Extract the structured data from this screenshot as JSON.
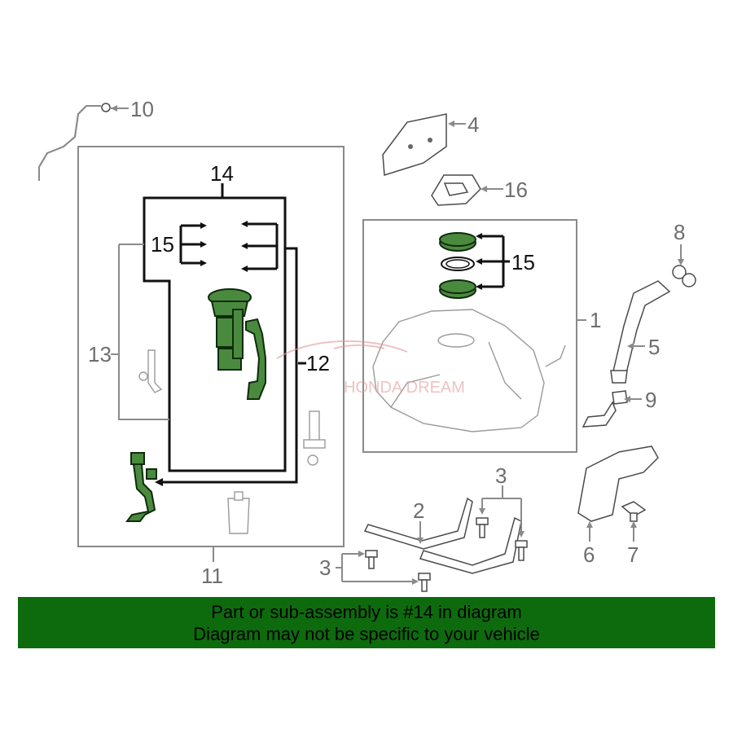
{
  "callouts": {
    "n1": "1",
    "n2": "2",
    "n3a": "3",
    "n3b": "3",
    "n4": "4",
    "n5": "5",
    "n6": "6",
    "n7": "7",
    "n8": "8",
    "n9": "9",
    "n10": "10",
    "n11": "11",
    "n12": "12",
    "n13": "13",
    "n14": "14",
    "n15a": "15",
    "n15b": "15",
    "n16": "16"
  },
  "watermark": "HONDA DREAM",
  "notice": {
    "line1": "Part or sub-assembly is #14 in diagram",
    "line2": "Diagram may not be specific to your vehicle"
  },
  "colors": {
    "highlight_part": "#4a8a3e",
    "banner_bg": "#0d6b0d",
    "watermark": "#e39a9a"
  }
}
